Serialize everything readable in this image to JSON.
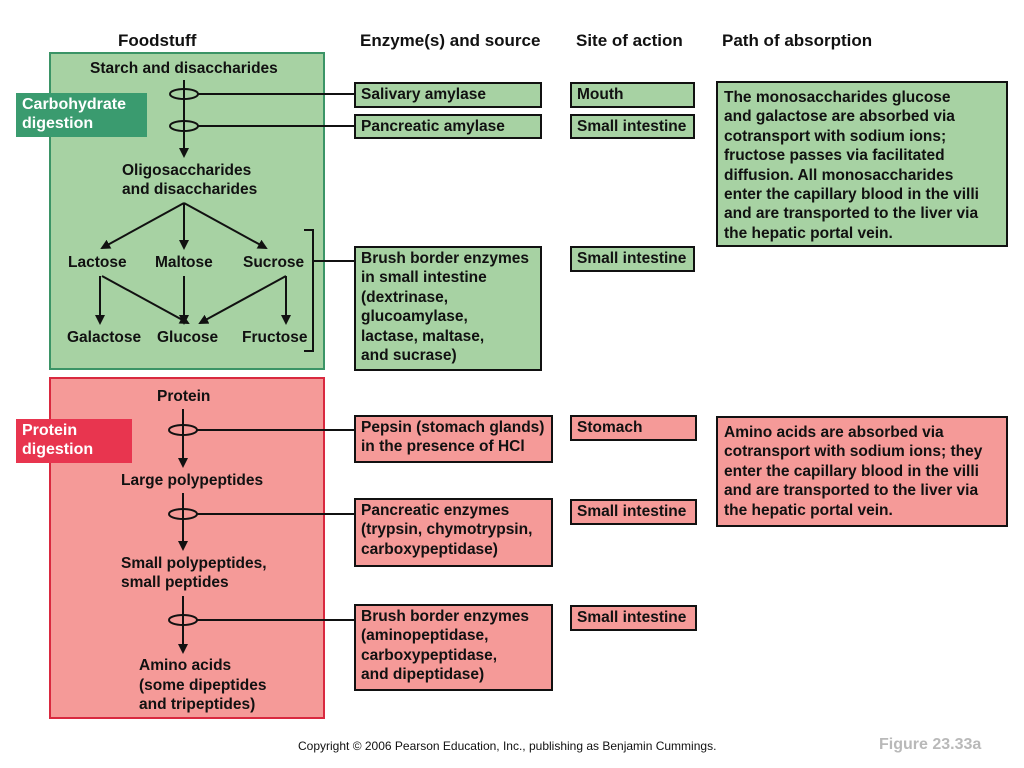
{
  "headers": {
    "foodstuff": "Foodstuff",
    "enzymes": "Enzyme(s) and source",
    "site": "Site of action",
    "path": "Path of absorption"
  },
  "carbohydrate": {
    "badge_line1": "Carbohydrate",
    "badge_line2": "digestion",
    "starch": "Starch and disaccharides",
    "oligo_line1": "Oligosaccharides",
    "oligo_line2": "and disaccharides",
    "lactose": "Lactose",
    "maltose": "Maltose",
    "sucrose": "Sucrose",
    "galactose": "Galactose",
    "glucose": "Glucose",
    "fructose": "Fructose",
    "enzyme_salivary": "Salivary amylase",
    "enzyme_pancreatic": "Pancreatic amylase",
    "enzyme_brush": "Brush border enzymes\nin small intestine\n(dextrinase,\nglucoamylase,\nlactase, maltase,\nand sucrase)",
    "site_mouth": "Mouth",
    "site_small1": "Small intestine",
    "site_small2": "Small intestine",
    "absorption": "The monosaccharides glucose\nand galactose are absorbed via\ncotransport with sodium ions;\nfructose passes via facilitated\ndiffusion. All monosaccharides\nenter the capillary blood in the villi\nand are transported to the liver via\nthe hepatic portal vein."
  },
  "protein": {
    "badge_line1": "Protein",
    "badge_line2": "digestion",
    "protein": "Protein",
    "large": "Large polypeptides",
    "small_line1": "Small polypeptides,",
    "small_line2": "small peptides",
    "amino_line1": "Amino acids",
    "amino_line2": "(some dipeptides",
    "amino_line3": "and tripeptides)",
    "enzyme_pepsin": "Pepsin (stomach glands)\nin the presence of HCl",
    "enzyme_pancreatic": "Pancreatic enzymes\n(trypsin, chymotrypsin,\ncarboxypeptidase)",
    "enzyme_brush": "Brush border enzymes\n(aminopeptidase,\ncarboxypeptidase,\nand dipeptidase)",
    "site_stomach": "Stomach",
    "site_small1": "Small intestine",
    "site_small2": "Small intestine",
    "absorption": "Amino acids are absorbed via\ncotransport with sodium ions; they\nenter the capillary blood in the villi\nand are transported to the liver via\nthe hepatic portal vein."
  },
  "footer": {
    "copyright": "Copyright © 2006 Pearson Education, Inc., publishing as Benjamin Cummings.",
    "figure": "Figure 23.33a"
  },
  "colors": {
    "green_fill": "#a7d2a3",
    "green_border": "#3b9466",
    "green_badge": "#3a9b6f",
    "red_fill": "#f59a98",
    "red_border": "#d9293f",
    "red_badge": "#e8354f"
  }
}
